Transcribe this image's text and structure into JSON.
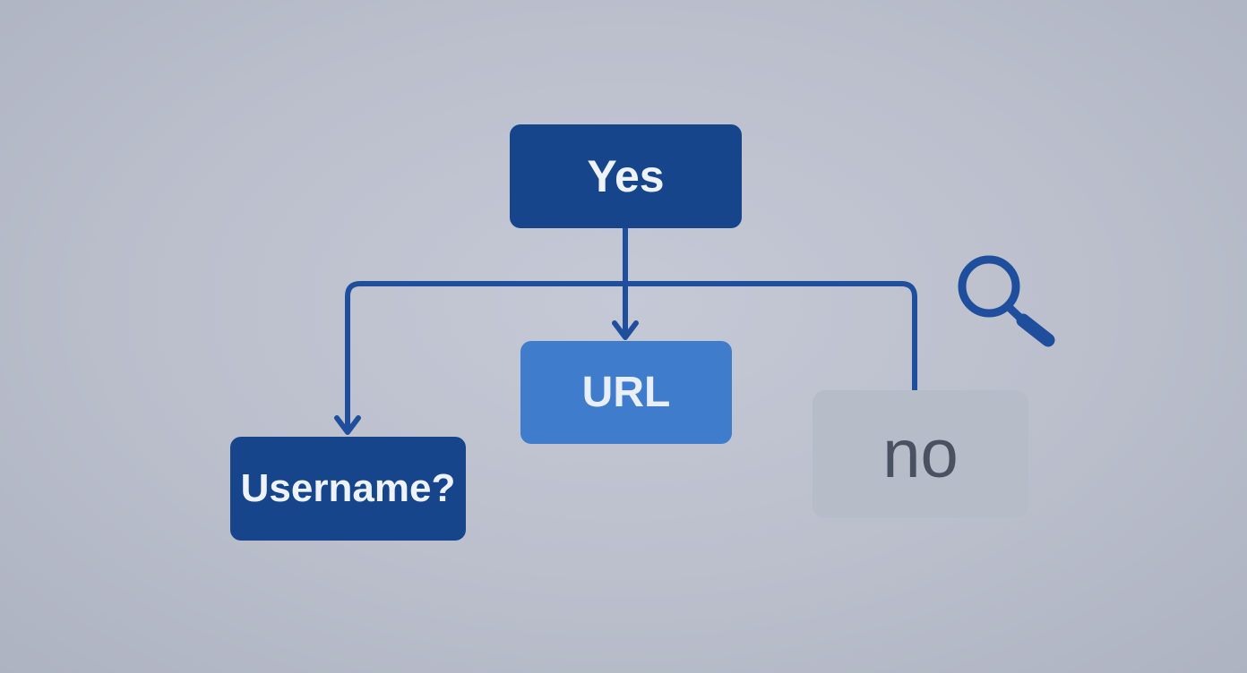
{
  "diagram": {
    "nodes": {
      "yes": "Yes",
      "url": "URL",
      "username": "Username?",
      "no": "no"
    },
    "icons": [
      "search-icon"
    ],
    "colors": {
      "background": "#bbbfcc",
      "primary_node": "#17458c",
      "secondary_node": "#3f7ccb",
      "muted_node": "#b7bcc9",
      "connector": "#1f4f9c",
      "muted_text": "#4a5262"
    }
  }
}
